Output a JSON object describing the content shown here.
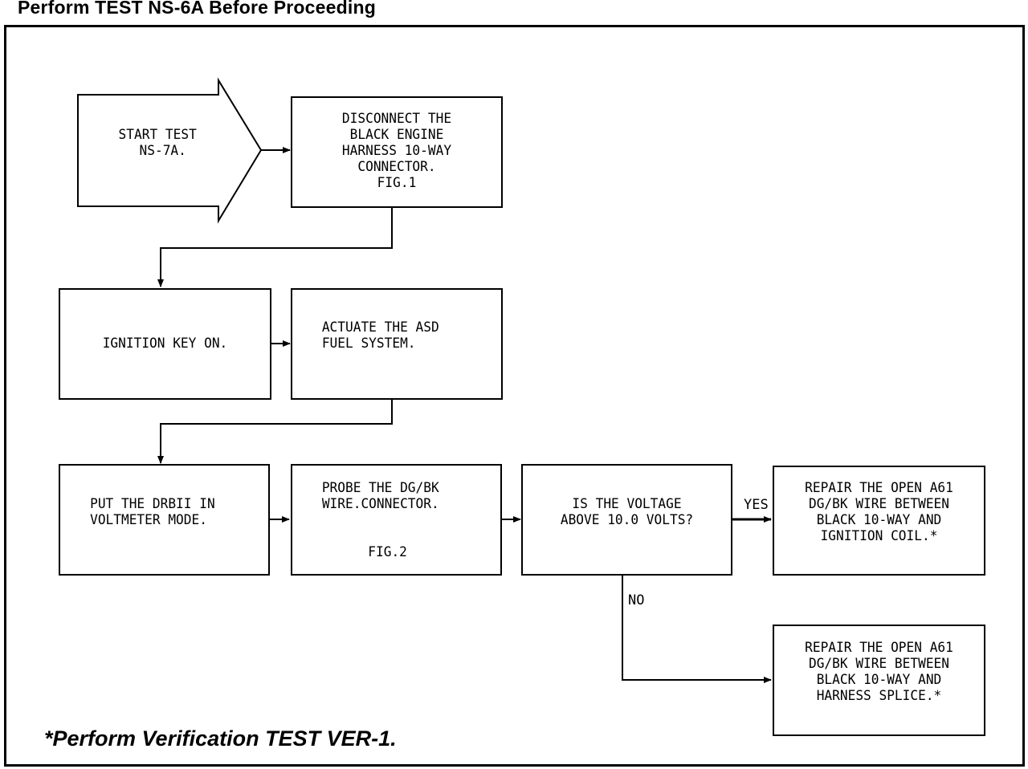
{
  "header": {
    "title": "Perform TEST NS-6A Before Proceeding"
  },
  "footer": {
    "note": "*Perform Verification TEST VER-1."
  },
  "flowchart": {
    "start": {
      "line1": "START TEST",
      "line2": "NS-7A."
    },
    "disconnect": {
      "lines": "DISCONNECT THE\nBLACK ENGINE\nHARNESS 10-WAY\nCONNECTOR.\nFIG.1"
    },
    "ignition": {
      "text": "IGNITION KEY ON."
    },
    "actuate": {
      "lines": "ACTUATE THE ASD\nFUEL SYSTEM."
    },
    "drbii": {
      "lines": "PUT THE DRBII IN\nVOLTMETER MODE."
    },
    "probe": {
      "lines": "PROBE THE DG/BK\nWIRE.CONNECTOR.",
      "fig": "FIG.2"
    },
    "question": {
      "lines": "IS THE VOLTAGE\nABOVE 10.0 VOLTS?"
    },
    "repair_yes": {
      "lines": "REPAIR THE OPEN A61\nDG/BK WIRE BETWEEN\nBLACK 10-WAY AND\nIGNITION COIL.*"
    },
    "repair_no": {
      "lines": "REPAIR THE OPEN A61\nDG/BK WIRE BETWEEN\nBLACK 10-WAY AND\nHARNESS SPLICE.*"
    },
    "labels": {
      "yes": "YES",
      "no": "NO"
    }
  }
}
